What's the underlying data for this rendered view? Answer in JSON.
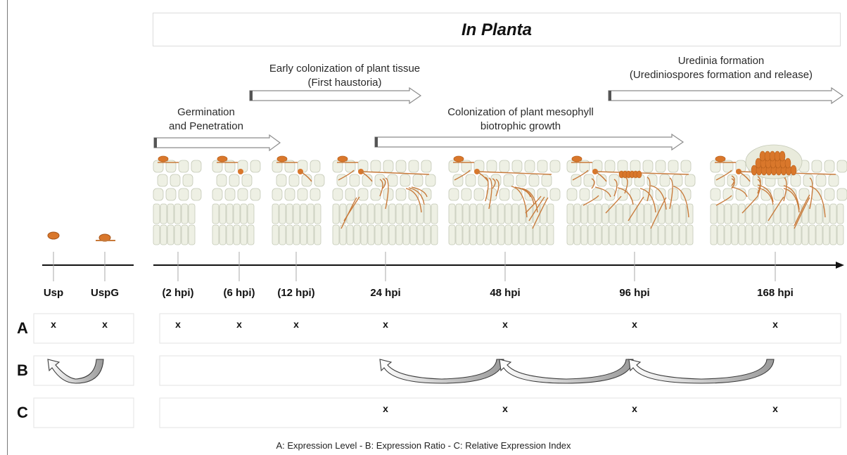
{
  "title": "In Planta",
  "phases": [
    {
      "id": "germination",
      "lines": [
        "Germination",
        "and Penetration"
      ]
    },
    {
      "id": "early",
      "lines": [
        "Early colonization of plant tissue",
        "(First haustoria)"
      ]
    },
    {
      "id": "mesophyll",
      "lines": [
        "Colonization of plant mesophyll",
        "biotrophic growth"
      ]
    },
    {
      "id": "uredinia",
      "lines": [
        "Uredinia formation",
        "(Urediniospores formation and release)"
      ]
    }
  ],
  "stages": [
    "Usp",
    "UspG",
    "(2 hpi)",
    "(6 hpi)",
    "(12 hpi)",
    "24 hpi",
    "48 hpi",
    "96 hpi",
    "168 hpi"
  ],
  "rows": [
    {
      "letter": "A",
      "marks": [
        true,
        true,
        true,
        true,
        true,
        true,
        true,
        true,
        true
      ]
    },
    {
      "letter": "B",
      "marks": [
        false,
        false,
        false,
        false,
        false,
        false,
        false,
        false,
        false
      ]
    },
    {
      "letter": "C",
      "marks": [
        false,
        false,
        false,
        false,
        false,
        true,
        true,
        true,
        true
      ]
    }
  ],
  "mark_symbol": "x",
  "legend": "A: Expression Level  -  B: Expression Ratio  -  C: Relative Expression Index",
  "colors": {
    "fungus": "#d9772b",
    "fungus_dark": "#b8601c",
    "hypha": "#c87a3a",
    "cell": "#eef0e4",
    "cell_stroke": "#c4c9b6"
  }
}
